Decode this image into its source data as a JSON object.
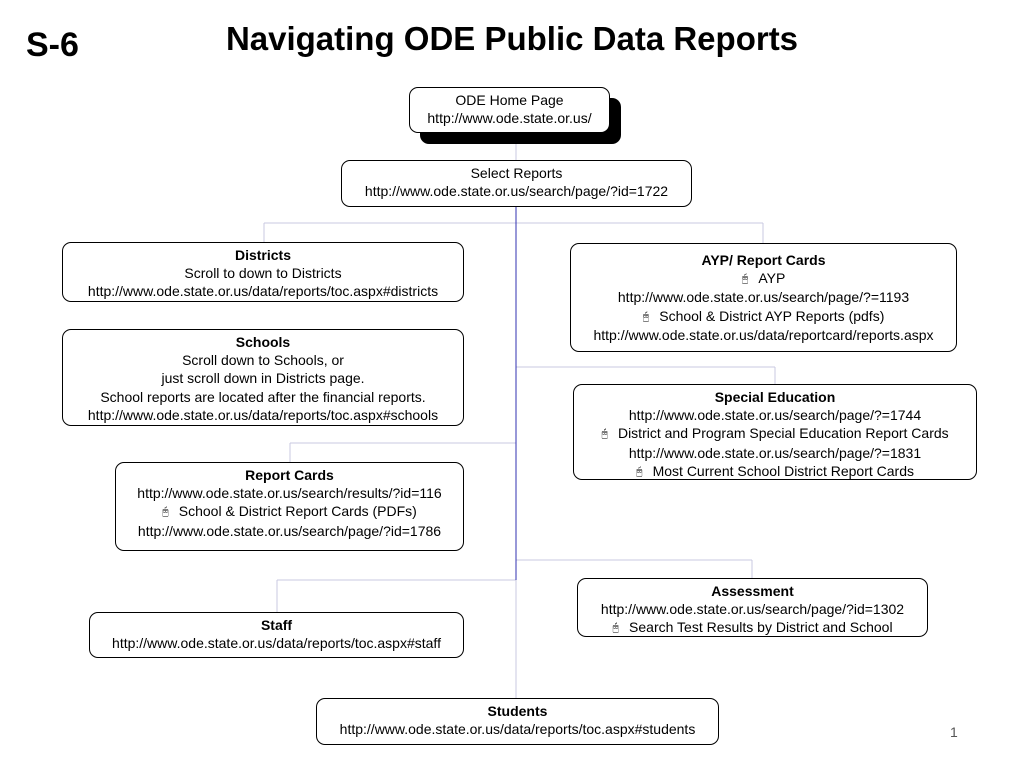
{
  "slide_id": "S-6",
  "title": "Navigating ODE Public Data Reports",
  "page_number": "1",
  "bullet_icon": "mouse-pointer-icon",
  "home": {
    "label": "ODE Home Page",
    "url": "http://www.ode.state.or.us/"
  },
  "select_reports": {
    "label": "Select Reports",
    "url": "http://www.ode.state.or.us/search/page/?id=1722"
  },
  "districts": {
    "heading": "Districts",
    "text": "Scroll to down to Districts",
    "url": "http://www.ode.state.or.us/data/reports/toc.aspx#districts"
  },
  "schools": {
    "heading": "Schools",
    "lines": [
      "Scroll down to Schools, or",
      "just scroll down in Districts page.",
      "School reports are located after the financial reports."
    ],
    "url": "http://www.ode.state.or.us/data/reports/toc.aspx#schools"
  },
  "report_cards": {
    "heading": "Report Cards",
    "url1": "http://www.ode.state.or.us/search/results/?id=116",
    "bullet": "School & District Report Cards (PDFs)",
    "url2": "http://www.ode.state.or.us/search/page/?id=1786"
  },
  "staff": {
    "heading": "Staff",
    "url": "http://www.ode.state.or.us/data/reports/toc.aspx#staff"
  },
  "ayp": {
    "heading": "AYP/ Report Cards",
    "bullet1": "AYP",
    "url1": "http://www.ode.state.or.us/search/page/?=1193",
    "bullet2": "School & District AYP Reports (pdfs)",
    "url2": "http://www.ode.state.or.us/data/reportcard/reports.aspx"
  },
  "special_ed": {
    "heading": "Special Education",
    "url1": "http://www.ode.state.or.us/search/page/?=1744",
    "bullet1": "District and Program Special Education Report Cards",
    "url2": "http://www.ode.state.or.us/search/page/?=1831",
    "bullet2": "Most Current School District Report Cards"
  },
  "assessment": {
    "heading": "Assessment",
    "url": "http://www.ode.state.or.us/search/page/?id=1302",
    "bullet": "Search Test Results by District and School"
  },
  "students": {
    "heading": "Students",
    "url": "http://www.ode.state.or.us/data/reports/toc.aspx#students"
  }
}
